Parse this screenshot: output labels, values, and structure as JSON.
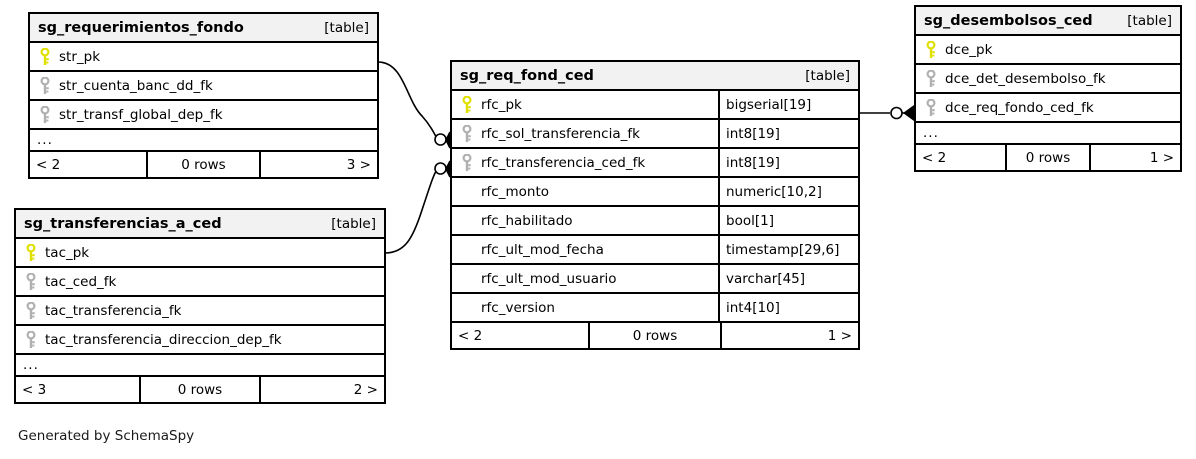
{
  "diagram": {
    "credit": "Generated by SchemaSpy",
    "table_tag": "[table]",
    "ellipsis": "...",
    "rows_suffix": "0 rows",
    "colors": {
      "primary_key": "#e8e800",
      "foreign_key": "#b3b3b3",
      "border": "#000000",
      "header_bg": "#f2f2f2",
      "page_bg": "#ffffff"
    }
  },
  "tables": [
    {
      "id": "sg_requerimientos_fondo",
      "name": "sg_requerimientos_fondo",
      "tag": "[table]",
      "columns": [
        {
          "name": "str_pk",
          "key": "pk",
          "type": ""
        },
        {
          "name": "str_cuenta_banc_dd_fk",
          "key": "fk",
          "type": ""
        },
        {
          "name": "str_transf_global_dep_fk",
          "key": "fk",
          "type": ""
        }
      ],
      "has_ellipsis": true,
      "footer": {
        "left": "< 2",
        "mid": "0 rows",
        "right": "3 >"
      }
    },
    {
      "id": "sg_transferencias_a_ced",
      "name": "sg_transferencias_a_ced",
      "tag": "[table]",
      "columns": [
        {
          "name": "tac_pk",
          "key": "pk",
          "type": ""
        },
        {
          "name": "tac_ced_fk",
          "key": "fk",
          "type": ""
        },
        {
          "name": "tac_transferencia_fk",
          "key": "fk",
          "type": ""
        },
        {
          "name": "tac_transferencia_direccion_dep_fk",
          "key": "fk",
          "type": ""
        }
      ],
      "has_ellipsis": true,
      "footer": {
        "left": "< 3",
        "mid": "0 rows",
        "right": "2 >"
      }
    },
    {
      "id": "sg_req_fond_ced",
      "name": "sg_req_fond_ced",
      "tag": "[table]",
      "columns": [
        {
          "name": "rfc_pk",
          "key": "pk",
          "type": "bigserial[19]"
        },
        {
          "name": "rfc_sol_transferencia_fk",
          "key": "fk",
          "type": "int8[19]"
        },
        {
          "name": "rfc_transferencia_ced_fk",
          "key": "fk",
          "type": "int8[19]"
        },
        {
          "name": "rfc_monto",
          "key": "none",
          "type": "numeric[10,2]"
        },
        {
          "name": "rfc_habilitado",
          "key": "none",
          "type": "bool[1]"
        },
        {
          "name": "rfc_ult_mod_fecha",
          "key": "none",
          "type": "timestamp[29,6]"
        },
        {
          "name": "rfc_ult_mod_usuario",
          "key": "none",
          "type": "varchar[45]"
        },
        {
          "name": "rfc_version",
          "key": "none",
          "type": "int4[10]"
        }
      ],
      "has_ellipsis": false,
      "footer": {
        "left": "< 2",
        "mid": "0 rows",
        "right": "1 >"
      }
    },
    {
      "id": "sg_desembolsos_ced",
      "name": "sg_desembolsos_ced",
      "tag": "[table]",
      "columns": [
        {
          "name": "dce_pk",
          "key": "pk",
          "type": ""
        },
        {
          "name": "dce_det_desembolso_fk",
          "key": "fk",
          "type": ""
        },
        {
          "name": "dce_req_fondo_ced_fk",
          "key": "fk",
          "type": ""
        }
      ],
      "has_ellipsis": true,
      "footer": {
        "left": "< 2",
        "mid": "0 rows",
        "right": "1 >"
      }
    }
  ],
  "relationships": [
    {
      "from": "sg_requerimientos_fondo.str_pk",
      "to": "sg_req_fond_ced.rfc_sol_transferencia_fk",
      "cardinality": "zero-or-many"
    },
    {
      "from": "sg_transferencias_a_ced.tac_pk",
      "to": "sg_req_fond_ced.rfc_transferencia_ced_fk",
      "cardinality": "zero-or-many"
    },
    {
      "from": "sg_req_fond_ced.rfc_pk",
      "to": "sg_desembolsos_ced.dce_req_fondo_ced_fk",
      "cardinality": "zero-or-many"
    }
  ]
}
